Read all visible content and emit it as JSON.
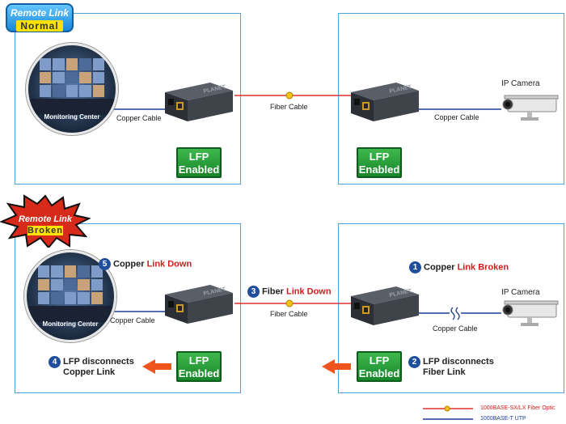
{
  "top": {
    "tag_line1": "Remote Link",
    "tag_line2": "Normal",
    "monitoring_label": "Monitoring Center",
    "left_copper_label": "Copper Cable",
    "fiber_label": "Fiber Cable",
    "right_copper_label": "Copper Cable",
    "camera_label": "IP Camera",
    "lfp_left": [
      "LFP",
      "Enabled"
    ],
    "lfp_right": [
      "LFP",
      "Enabled"
    ]
  },
  "bottom": {
    "tag_line1": "Remote Link",
    "tag_line2": "Broken",
    "monitoring_label": "Monitoring Center",
    "left_copper_label": "Copper Cable",
    "fiber_label": "Fiber Cable",
    "right_copper_label": "Copper Cable",
    "camera_label": "IP Camera",
    "lfp_left": [
      "LFP",
      "Enabled"
    ],
    "lfp_right": [
      "LFP",
      "Enabled"
    ],
    "steps": {
      "s1": {
        "num": "1",
        "text": "Copper",
        "red": "Link Broken"
      },
      "s2": {
        "num": "2",
        "line1": "LFP disconnects",
        "line2": "Fiber Link"
      },
      "s3": {
        "num": "3",
        "text": "Fiber",
        "red": "Link Down"
      },
      "s4": {
        "num": "4",
        "line1": "LFP disconnects",
        "line2": "Copper Link"
      },
      "s5": {
        "num": "5",
        "text": "Copper",
        "red": "Link Down"
      }
    }
  },
  "legend": {
    "fiber": "1000BASE-SX/LX Fiber Optic",
    "utp": "1000BASE-T UTP"
  },
  "device_brand": "PLANET",
  "colors": {
    "fiber": "#e0312b",
    "utp": "#1f3f95",
    "panel_border": "#4ea5d9",
    "lfp_green": "#1e9a33",
    "step_blue": "#1f4e9c",
    "alert_red": "#d31d1d",
    "arrow_orange": "#f0541e"
  }
}
